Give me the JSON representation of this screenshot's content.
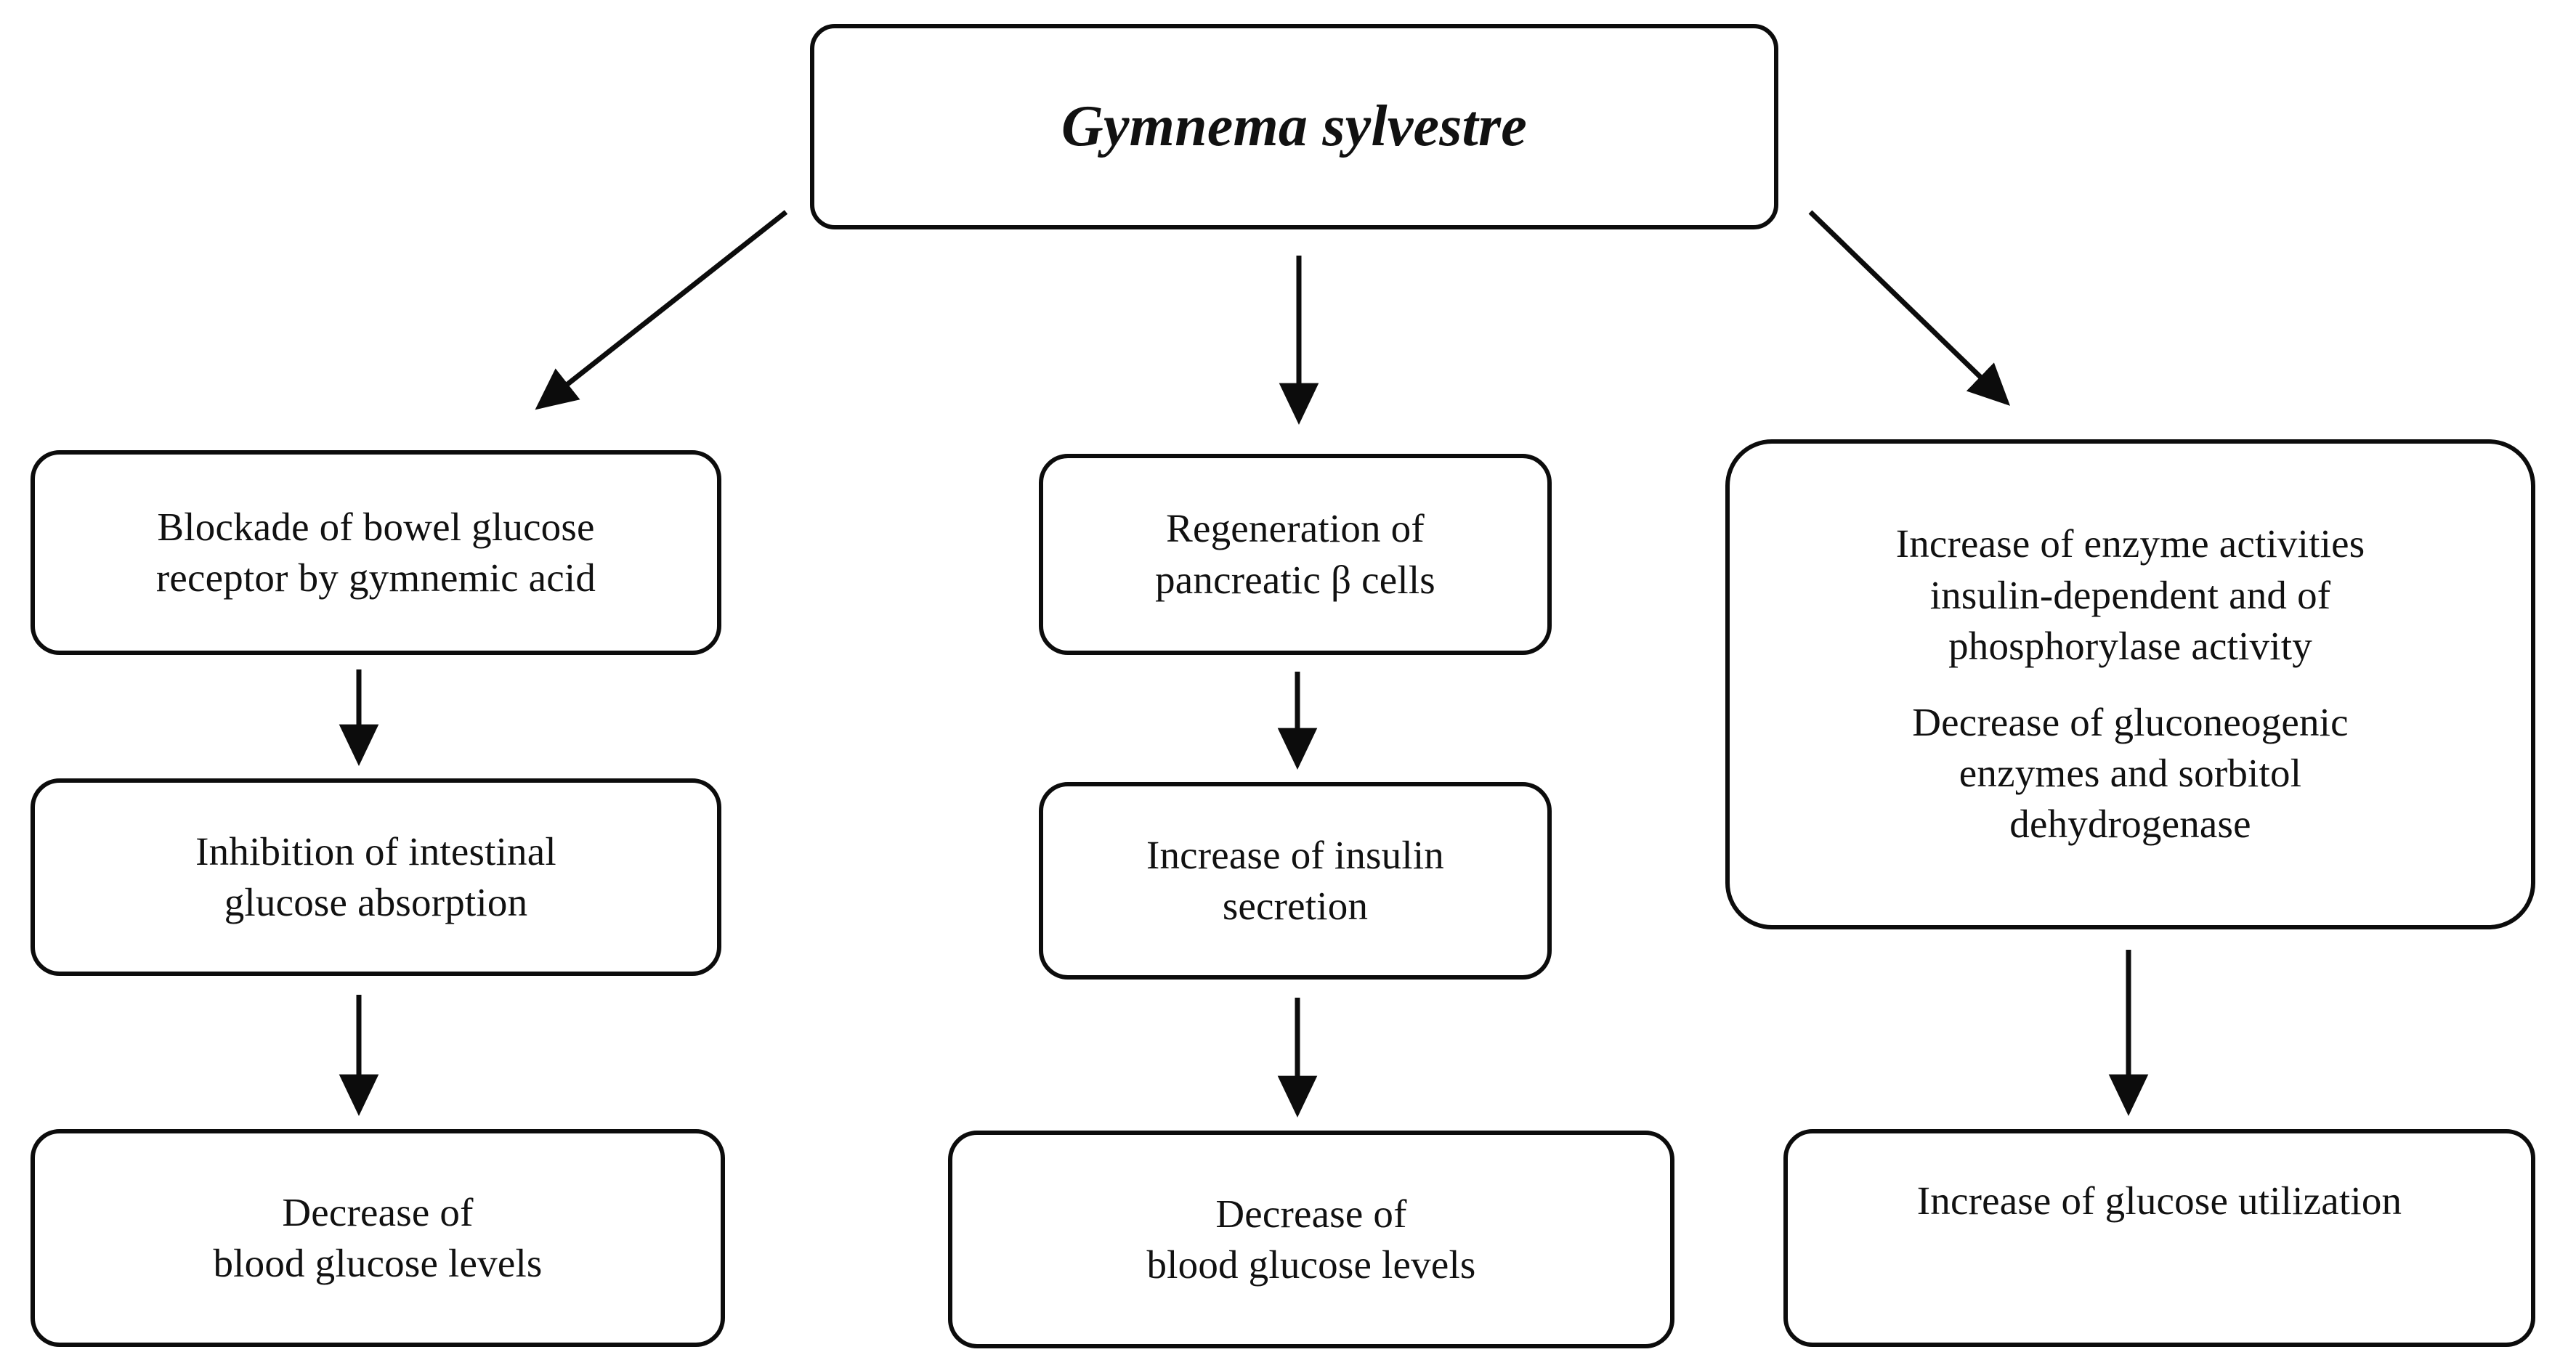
{
  "diagram": {
    "title": "Gymnema sylvestre antidiabetic mechanisms flowchart",
    "root": {
      "label": "Gymnema sylvestre"
    },
    "columns": [
      {
        "name": "bowel-glucose-pathway",
        "nodes": [
          {
            "id": "blockade",
            "lines": [
              "Blockade of bowel glucose",
              "receptor by gymnemic acid"
            ]
          },
          {
            "id": "inhibition",
            "lines": [
              "Inhibition of intestinal",
              "glucose absorption"
            ]
          },
          {
            "id": "decrease-left",
            "lines": [
              "Decrease of",
              "blood glucose levels"
            ]
          }
        ]
      },
      {
        "name": "pancreatic-insulin-pathway",
        "nodes": [
          {
            "id": "regeneration",
            "lines": [
              "Regeneration of",
              "pancreatic β cells"
            ]
          },
          {
            "id": "insulin",
            "lines": [
              "Increase of insulin",
              "secretion"
            ]
          },
          {
            "id": "decrease-mid",
            "lines": [
              "Decrease of",
              "blood glucose levels"
            ]
          }
        ]
      },
      {
        "name": "enzyme-activity-pathway",
        "nodes": [
          {
            "id": "enzymes",
            "paragraphs": [
              [
                "Increase of enzyme activities",
                "insulin-dependent and of",
                "phosphorylase activity"
              ],
              [
                "Decrease of gluconeogenic",
                "enzymes and sorbitol",
                "dehydrogenase"
              ]
            ]
          },
          {
            "id": "utilization",
            "lines": [
              "Increase of glucose utilization"
            ]
          }
        ]
      }
    ],
    "connectors": [
      {
        "id": "root-to-blockade",
        "type": "diagonal-arrow-down-left",
        "from": "root",
        "to": "blockade"
      },
      {
        "id": "root-to-regeneration",
        "type": "straight-arrow-down",
        "from": "root",
        "to": "regeneration"
      },
      {
        "id": "root-to-enzymes",
        "type": "diagonal-arrow-down-right",
        "from": "root",
        "to": "enzymes"
      },
      {
        "id": "blockade-to-inhibition",
        "type": "straight-arrow-down",
        "from": "blockade",
        "to": "inhibition"
      },
      {
        "id": "inhibition-to-decrease",
        "type": "straight-arrow-down",
        "from": "inhibition",
        "to": "decrease-left"
      },
      {
        "id": "regeneration-to-insulin",
        "type": "straight-arrow-down",
        "from": "regeneration",
        "to": "insulin"
      },
      {
        "id": "insulin-to-decrease",
        "type": "straight-arrow-down",
        "from": "insulin",
        "to": "decrease-mid"
      },
      {
        "id": "enzymes-to-utilization",
        "type": "straight-arrow-down",
        "from": "enzymes",
        "to": "utilization"
      }
    ],
    "colors": {
      "background": "#ffffff",
      "stroke": "#0c0c0c",
      "text": "#111111"
    }
  }
}
